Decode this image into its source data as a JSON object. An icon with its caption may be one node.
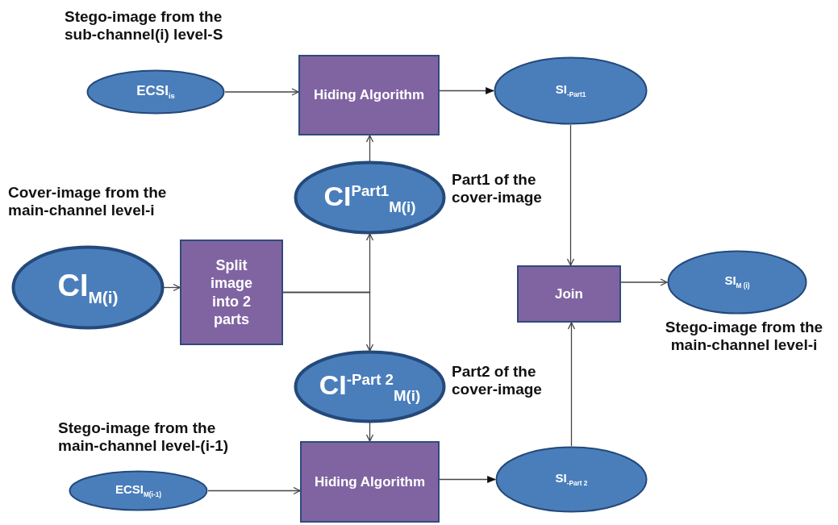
{
  "diagram": {
    "nodes": [
      {
        "text": [
          "ECSI$_{is}$"
        ],
        "beside": [
          "Stego-image from the sub-channel(i) level-S"
        ]
      },
      {
        "text": [
          "Hiding Algorithm"
        ]
      },
      {
        "text": [
          "SI$_{-Part1}$"
        ]
      },
      {
        "text": [
          "CI$^{Part1}$$_{M(i)}$"
        ],
        "beside": [
          "Part1 of the cover-image"
        ]
      },
      {
        "text": [
          "CI$_{M(i)}$"
        ],
        "beside": [
          "Cover-image from the main-channel level-i"
        ]
      },
      {
        "text": [
          "Split image into 2 parts"
        ]
      },
      {
        "text": [
          "Join"
        ]
      },
      {
        "text": [
          "SI$_{M (i)}$"
        ],
        "beside": [
          "Stego-image from the main-channel level-i"
        ]
      },
      {
        "text": [
          "CI$^{-Part 2}$$_{M(i)}$"
        ],
        "beside": [
          "Part2 of the cover-image"
        ]
      },
      {
        "text": [
          "ECSI$_{M(i-1)}$"
        ],
        "beside": [
          "Stego-image from the main-channel level-(i-1)"
        ]
      },
      {
        "text": [
          "Hiding Algorithm"
        ]
      },
      {
        "text": [
          "SI$_{-Part 2}$"
        ]
      }
    ],
    "edges": [
      {
        "from": 0,
        "to": 1,
        "arrow": "to"
      },
      {
        "from": 1,
        "to": 2,
        "arrow": "to"
      },
      {
        "from": 3,
        "to": 1,
        "arrow": "to"
      },
      {
        "from": 4,
        "to": 5,
        "arrow": "to"
      },
      {
        "from": 5,
        "to": 3,
        "arrow": "to"
      },
      {
        "from": 5,
        "to": 8,
        "arrow": "to"
      },
      {
        "from": 2,
        "to": 6,
        "arrow": "to"
      },
      {
        "from": 6,
        "to": 7,
        "arrow": "to"
      },
      {
        "from": 8,
        "to": 10,
        "arrow": "to"
      },
      {
        "from": 9,
        "to": 10,
        "arrow": "to"
      },
      {
        "from": 10,
        "to": 11,
        "arrow": "to"
      },
      {
        "from": 11,
        "to": 6,
        "arrow": "to"
      }
    ]
  }
}
